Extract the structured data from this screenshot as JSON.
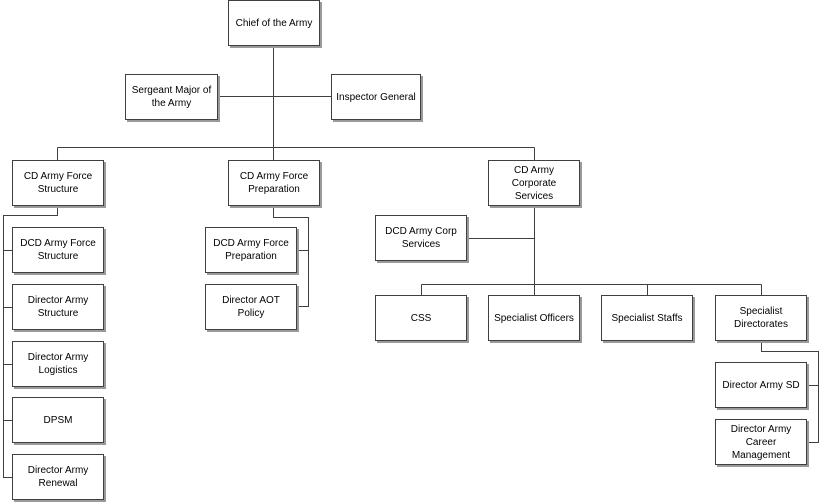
{
  "diagram": {
    "colors": {
      "line": "#404040",
      "box_border": "#404040",
      "shadow": "#9a9a9a"
    },
    "nodes": {
      "chief": "Chief of the Army",
      "sergeant_major": "Sergeant Major of the Army",
      "inspector_general": "Inspector General",
      "cd_force_structure": "CD Army Force Structure",
      "cd_force_preparation": "CD Army Force Preparation",
      "cd_corporate_services": "CD Army Corporate Services",
      "dcd_force_structure": "DCD Army Force Structure",
      "director_army_structure": "Director Army Structure",
      "director_army_logistics": "Director Army Logistics",
      "dpsm": "DPSM",
      "director_army_renewal": "Director Army Renewal",
      "dcd_force_preparation": "DCD Army Force Preparation",
      "director_aot_policy": "Director AOT Policy",
      "dcd_corp_services": "DCD Army Corp Services",
      "css": "CSS",
      "specialist_officers": "Specialist Officers",
      "specialist_staffs": "Specialist Staffs",
      "specialist_directorates": "Specialist Directorates",
      "director_army_sd": "Director Army SD",
      "director_career_management": "Director Army Career Management"
    }
  }
}
